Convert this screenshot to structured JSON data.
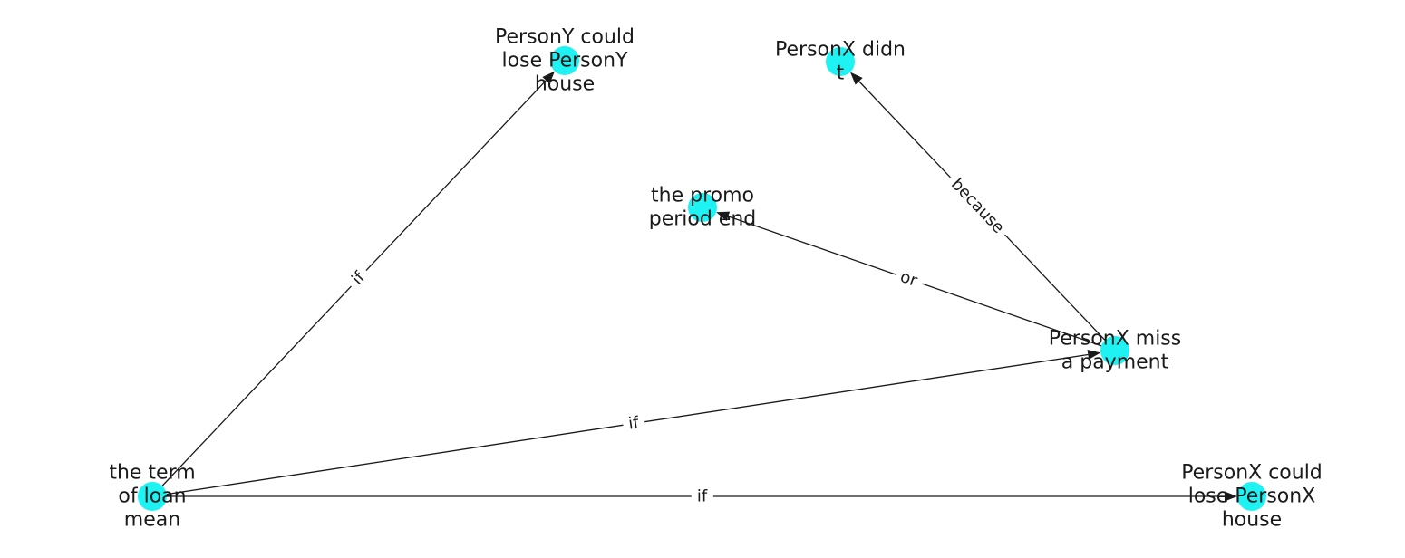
{
  "graph": {
    "node_color": "#1ff2f2",
    "edge_color": "#1a1a1a",
    "nodes": [
      {
        "id": "personY_lose_house",
        "lines": [
          "PersonY could",
          "lose PersonY",
          "house"
        ]
      },
      {
        "id": "personX_didnt",
        "lines": [
          "PersonX didn",
          "t"
        ]
      },
      {
        "id": "promo_end",
        "lines": [
          "the promo",
          "period end"
        ]
      },
      {
        "id": "personX_miss_payment",
        "lines": [
          "PersonX miss",
          "a payment"
        ]
      },
      {
        "id": "term_of_loan",
        "lines": [
          "the term",
          "of loan",
          "mean"
        ]
      },
      {
        "id": "personX_lose_house",
        "lines": [
          "PersonX could",
          "lose PersonX",
          "house"
        ]
      }
    ],
    "edges": [
      {
        "source": "term_of_loan",
        "target": "personY_lose_house",
        "label": "if"
      },
      {
        "source": "term_of_loan",
        "target": "personX_miss_payment",
        "label": "if"
      },
      {
        "source": "term_of_loan",
        "target": "personX_lose_house",
        "label": "if"
      },
      {
        "source": "personX_miss_payment",
        "target": "promo_end",
        "label": "or"
      },
      {
        "source": "personX_miss_payment",
        "target": "personX_didnt",
        "label": "because"
      }
    ]
  }
}
